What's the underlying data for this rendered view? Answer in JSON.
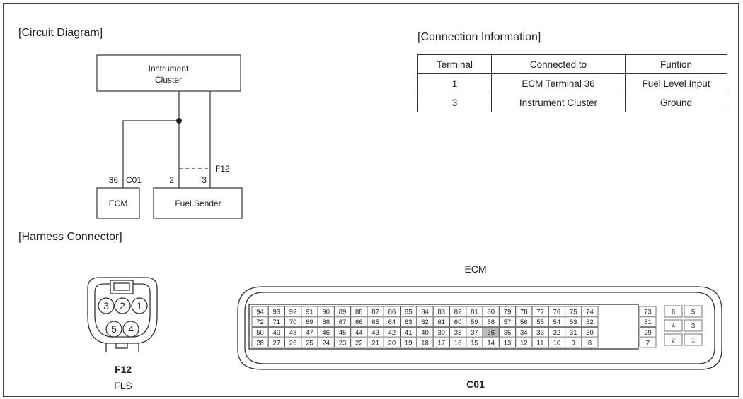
{
  "titles": {
    "circuit": "[Circuit Diagram]",
    "connection": "[Connection Information]",
    "harness": "[Harness Connector]"
  },
  "circuit": {
    "cluster_line1": "Instrument",
    "cluster_line2": "Cluster",
    "ecm": "ECM",
    "fuel_sender": "Fuel Sender",
    "ecm_pin": "36",
    "ecm_conn": "C01",
    "fs_pin_a": "2",
    "fs_pin_b": "3",
    "fs_conn": "F12"
  },
  "connection_table": {
    "headers": [
      "Terminal",
      "Connected to",
      "Funtion"
    ],
    "rows": [
      [
        "1",
        "ECM Terminal 36",
        "Fuel Level Input"
      ],
      [
        "3",
        "Instrument Cluster",
        "Ground"
      ]
    ]
  },
  "f12": {
    "pins_top": [
      "3",
      "2",
      "1"
    ],
    "pins_bottom": [
      "5",
      "4"
    ],
    "label": "F12",
    "sublabel": "FLS"
  },
  "ecm_connector": {
    "title": "ECM",
    "label": "C01",
    "highlight_pin": "36",
    "rows": [
      [
        "94",
        "93",
        "92",
        "91",
        "90",
        "89",
        "88",
        "87",
        "86",
        "85",
        "84",
        "83",
        "82",
        "81",
        "80",
        "79",
        "78",
        "77",
        "76",
        "75",
        "74"
      ],
      [
        "72",
        "71",
        "70",
        "69",
        "68",
        "67",
        "66",
        "65",
        "64",
        "63",
        "62",
        "61",
        "60",
        "59",
        "58",
        "57",
        "56",
        "55",
        "54",
        "53",
        "52"
      ],
      [
        "50",
        "49",
        "48",
        "47",
        "46",
        "45",
        "44",
        "43",
        "42",
        "41",
        "40",
        "39",
        "38",
        "37",
        "36",
        "35",
        "34",
        "33",
        "32",
        "31",
        "30"
      ],
      [
        "28",
        "27",
        "26",
        "25",
        "24",
        "23",
        "22",
        "21",
        "20",
        "19",
        "18",
        "17",
        "16",
        "15",
        "14",
        "13",
        "12",
        "11",
        "10",
        "9",
        "8"
      ]
    ],
    "col2": [
      "73",
      "51",
      "29",
      "7"
    ],
    "right_left": [
      "6",
      "4",
      "2"
    ],
    "right_right": [
      "5",
      "3",
      "1"
    ]
  }
}
